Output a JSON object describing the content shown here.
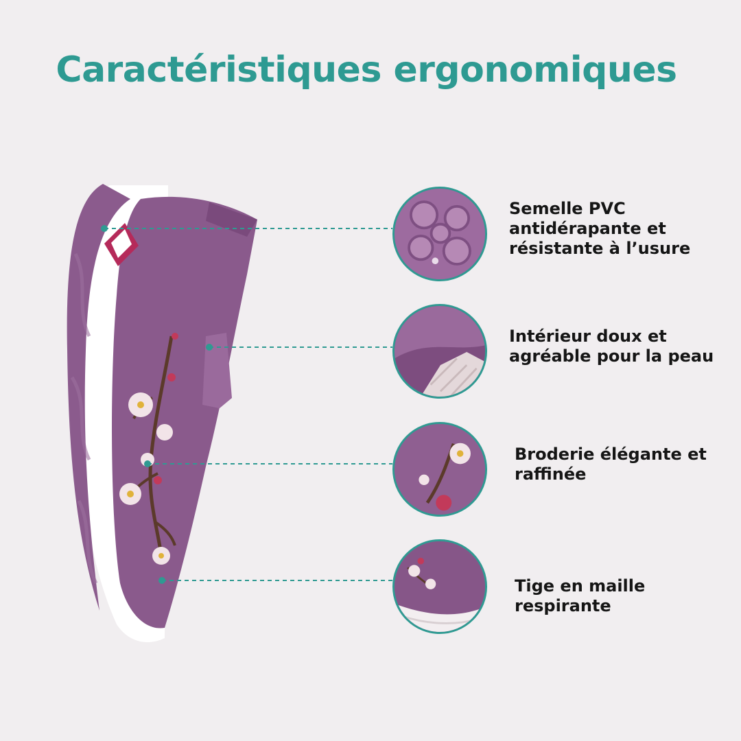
{
  "title": "Caractéristiques ergonomiques",
  "features": [
    {
      "text_lines": [
        "Semelle PVC",
        "antidérapante et",
        "résistante à l’usure"
      ],
      "image": "sole-closeup"
    },
    {
      "text_lines": [
        "Intérieur doux et",
        "agréable pour la peau"
      ],
      "image": "interior-closeup"
    },
    {
      "text_lines": [
        "Broderie élégante et",
        "raffinée"
      ],
      "image": "embroidery-closeup"
    },
    {
      "text_lines": [
        "Tige en maille",
        "respirante"
      ],
      "image": "mesh-upper-closeup"
    }
  ],
  "colors": {
    "title": "#2e9a92",
    "accent": "#2f9a92",
    "shoe": "#8a5a8c",
    "sole": "#ffffff",
    "background": "#f1eef0"
  }
}
